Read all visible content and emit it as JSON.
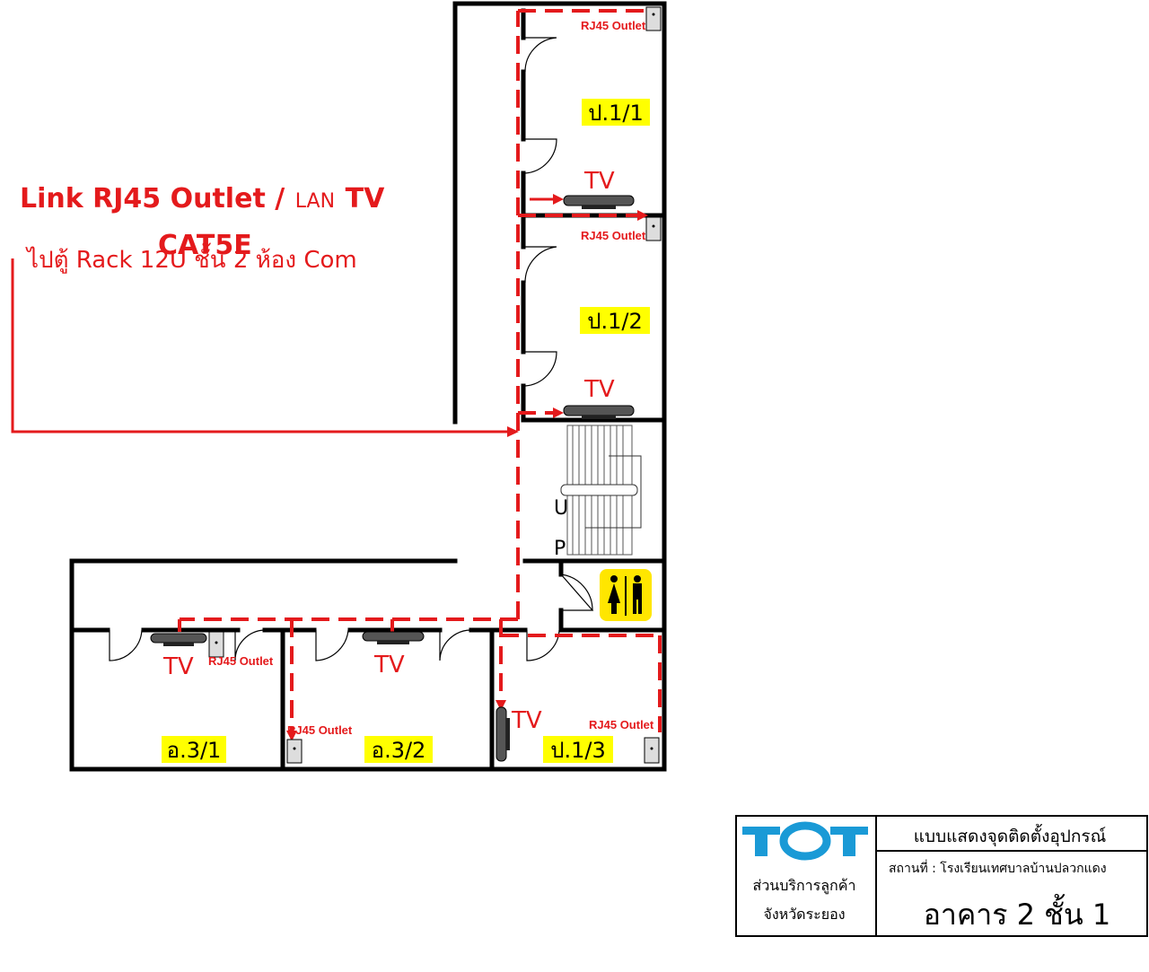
{
  "link_title": {
    "line1_bold_a": "Link RJ45 Outlet /",
    "line1_small": "LAN",
    "line1_bold_b": "TV",
    "line2": "CAT5E",
    "line3": "ไปตู้ Rack 12U ชั้น 2 ห้อง Com"
  },
  "labels": {
    "tv": "TV",
    "rj45": "RJ45 Outlet",
    "stair_u": "U",
    "stair_p": "P"
  },
  "rooms": [
    "ป.1/1",
    "ป.1/2",
    "อ.3/1",
    "อ.3/2",
    "ป.1/3"
  ],
  "title_block": {
    "logo_text": "TOT",
    "org_line1": "ส่วนบริการลูกค้า",
    "org_line2": "จังหวัดระยอง",
    "title": "แบบแสดงจุดติดตั้งอุปกรณ์",
    "location": "สถานที่ : โรงเรียนเทศบาลบ้านปลวกแดง",
    "building": "อาคาร 2 ชั้น 1"
  },
  "colors": {
    "cable": "#e41a1c",
    "room_label_bg": "#ffff00",
    "logo": "#1a9ad6",
    "restroom_bg": "#ffe600"
  }
}
